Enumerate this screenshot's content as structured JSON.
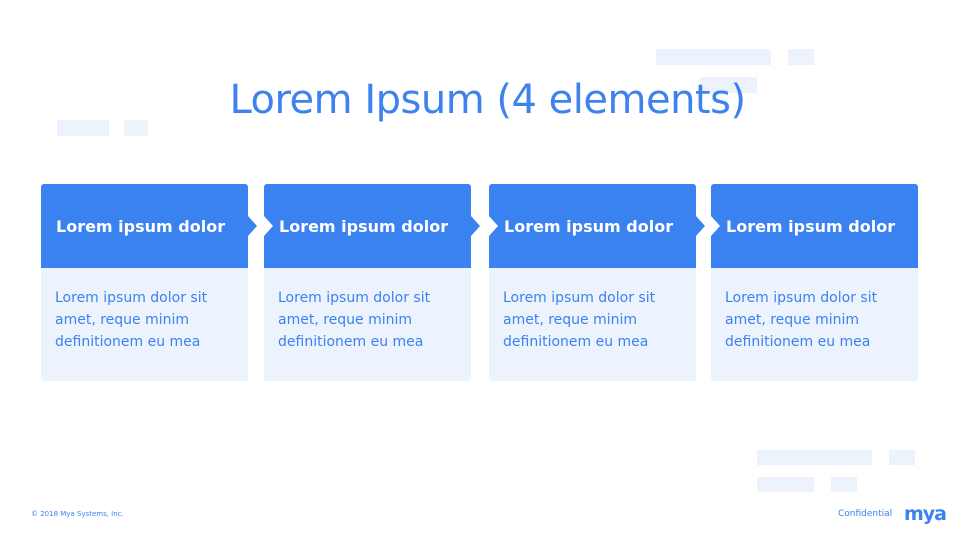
{
  "title": "Lorem Ipsum (4 elements)",
  "colors": {
    "accent": "#3b82f1",
    "light": "#edf3fd"
  },
  "cards": [
    {
      "heading": "Lorem ipsum dolor",
      "body": "Lorem ipsum dolor sit amet, reque minim definitionem eu mea"
    },
    {
      "heading": "Lorem ipsum dolor",
      "body": "Lorem ipsum dolor sit amet, reque minim definitionem eu mea"
    },
    {
      "heading": "Lorem ipsum dolor",
      "body": "Lorem ipsum dolor sit amet, reque minim definitionem eu mea"
    },
    {
      "heading": "Lorem ipsum dolor",
      "body": "Lorem ipsum dolor sit amet, reque minim definitionem eu mea"
    }
  ],
  "footer": {
    "copyright": "© 2018 Mya Systems, Inc.",
    "confidential": "Confidential",
    "logo": "mya"
  }
}
